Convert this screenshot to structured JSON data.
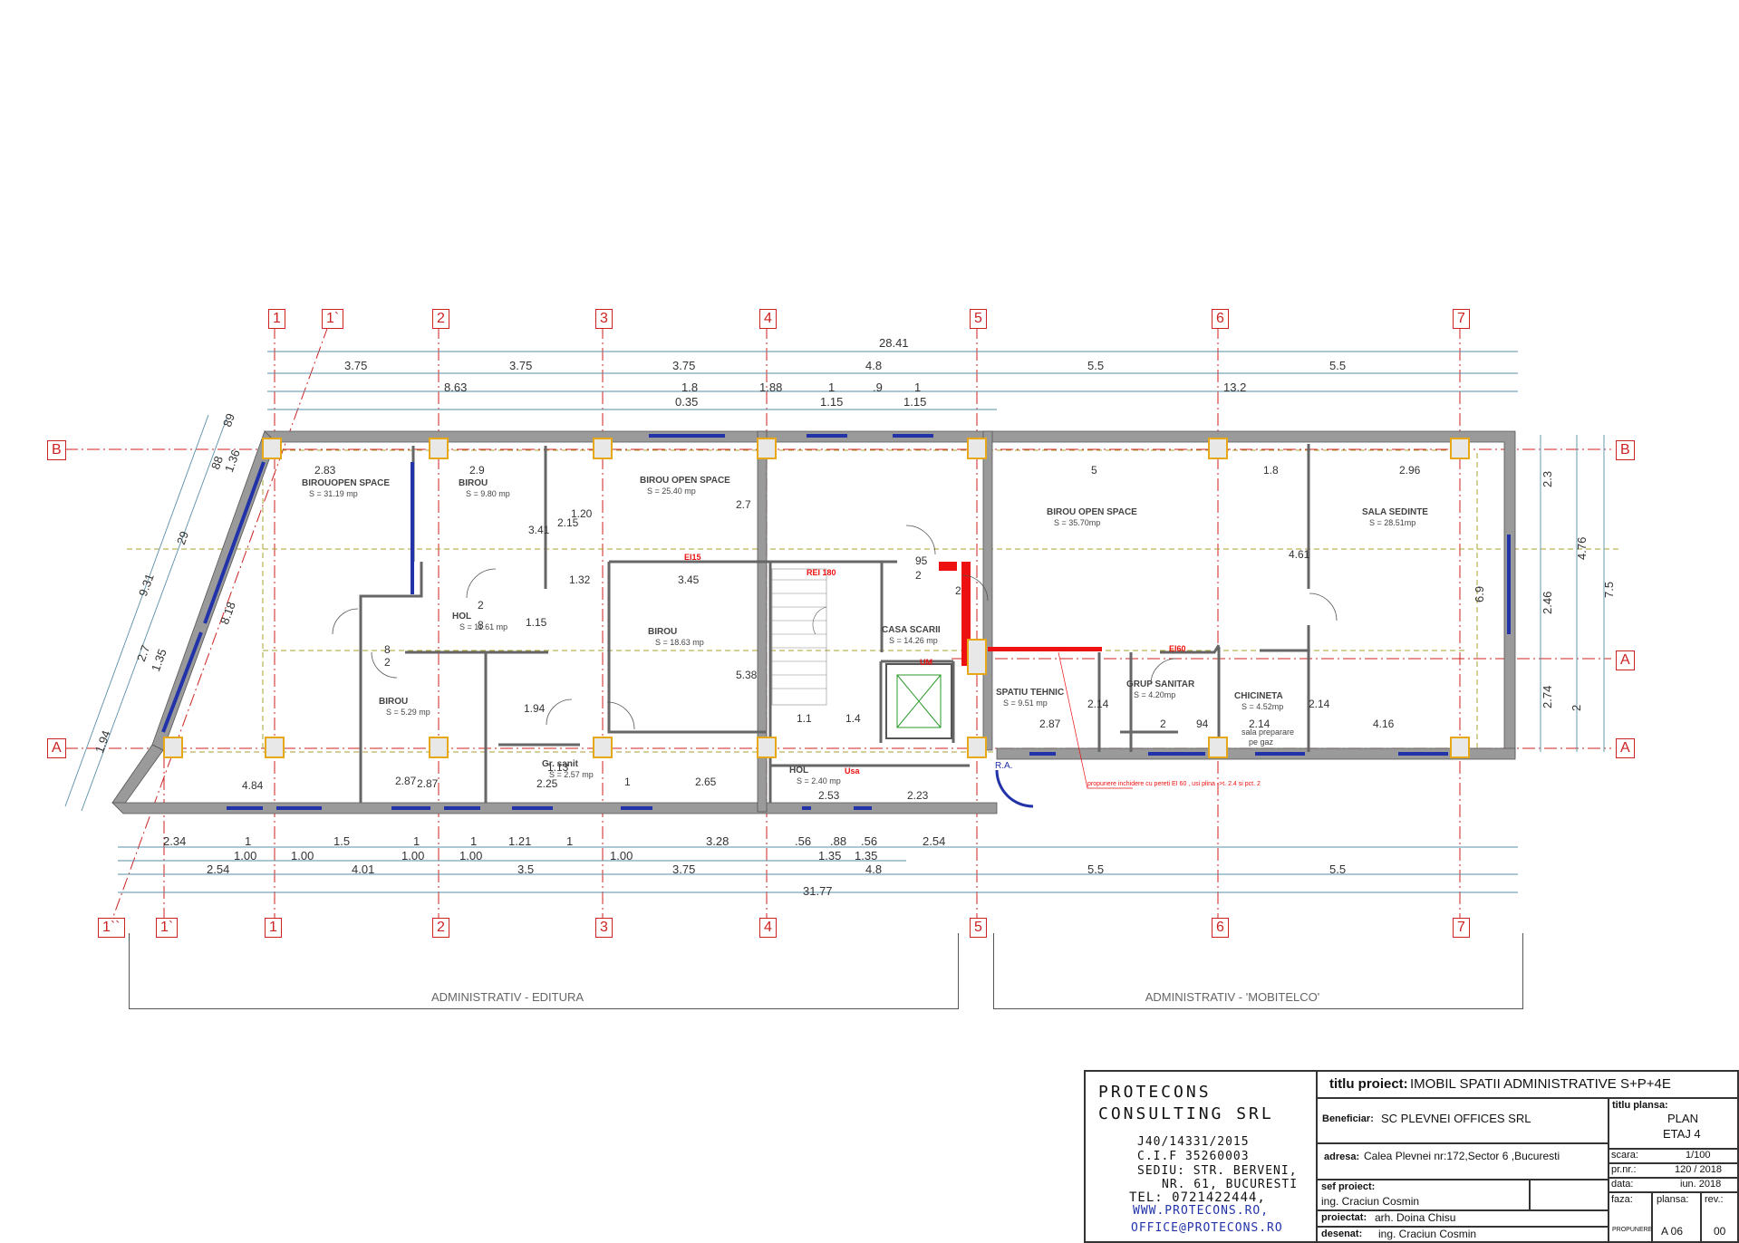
{
  "axes": {
    "vertical_top": [
      "1",
      "1`",
      "2",
      "3",
      "4",
      "5",
      "6",
      "7"
    ],
    "vertical_bottom": [
      "1``",
      "1`",
      "1",
      "2",
      "3",
      "4",
      "5",
      "6",
      "7"
    ],
    "horizontal_left": [
      "B",
      "A"
    ],
    "horizontal_right": [
      "B",
      "A",
      "A"
    ]
  },
  "dims_top": {
    "overall": "28.41",
    "row1": [
      "3.75",
      "3.75",
      "3.75",
      "4.8",
      "5.5",
      "5.5"
    ],
    "row2": [
      "8.63",
      "1.8",
      "1.88",
      "1",
      ".9",
      "1",
      "13.2"
    ],
    "row3": [
      "0.35",
      "1.15",
      "1.15"
    ]
  },
  "dims_bottom": {
    "row1": [
      "2.34",
      "1",
      "1.5",
      "1",
      "1",
      "1.21",
      "1",
      "3.28",
      ".56",
      ".88",
      ".56",
      "2.54"
    ],
    "row2": [
      "1.00",
      "1.00",
      "1.00",
      "1.00",
      "1.00",
      "1.35",
      "1.35"
    ],
    "row3": [
      "2.54",
      "4.01",
      "3.5",
      "3.75",
      "4.8",
      "5.5",
      "5.5"
    ],
    "overall": "31.77"
  },
  "dims_side": {
    "left": [
      "9.31",
      "29",
      "2.7",
      "1.35",
      "8.18",
      "88",
      "1.36",
      "89",
      "1.94"
    ],
    "right": [
      "2.3",
      "4.76",
      "7.5",
      "2.46",
      "6.9",
      "2.74",
      "2"
    ]
  },
  "rooms": [
    {
      "name": "BIROUOPEN SPACE",
      "area": "S = 31.19 mp"
    },
    {
      "name": "BIROU",
      "area": "S = 9.80 mp"
    },
    {
      "name": "BIROU OPEN SPACE",
      "area": "S = 25.40 mp"
    },
    {
      "name": "HOL",
      "area": "S = 11.61 mp"
    },
    {
      "name": "BIROU",
      "area": "S = 18.63 mp"
    },
    {
      "name": "BIROU",
      "area": "S = 5.29 mp"
    },
    {
      "name": "Gr. sanit",
      "area": "S = 2.57 mp"
    },
    {
      "name": "CASA SCARII",
      "area": "S = 14.26 mp"
    },
    {
      "name": "HOL",
      "area": "S = 2.40 mp"
    },
    {
      "name": "SPATIU TEHNIC",
      "area": "S = 9.51 mp"
    },
    {
      "name": "BIROU OPEN SPACE",
      "area": "S = 35.70mp"
    },
    {
      "name": "GRUP SANITAR",
      "area": "S = 4.20mp"
    },
    {
      "name": "SALA SEDINTE",
      "area": "S = 28.51mp"
    },
    {
      "name": "CHICINETA",
      "area": "S = 4.52mp"
    }
  ],
  "inner_dims": [
    "2.83",
    "2.9",
    "2.87",
    "5",
    "1.8",
    "2.96",
    "3.41",
    "2.15",
    "1.20",
    "2.7",
    "1.32",
    "3.45",
    "8",
    "2",
    "8",
    "2",
    "1.15",
    "1.94",
    "5.38",
    "1.13",
    "2.25",
    "1",
    "2.65",
    "4.84",
    "2.87",
    "95",
    "2",
    "2",
    "1.1",
    "1.4",
    "2.53",
    "2.23",
    "2.87",
    "2.14",
    "2",
    "94",
    "2.14",
    "4.16",
    "4.61",
    "2.14"
  ],
  "annotations": {
    "rei_180": "REI 180",
    "ei_115": "EI15",
    "ei_60": "EI60",
    "um": "UM",
    "usa": "Usa",
    "sala_preparare": "sala preparare",
    "pe_gaz": "pe gaz",
    "propunere_note": "propunere inchidere cu pereti EI 60 , usi plina ->t. 2.4 si pct. 2",
    "ra": "R.A."
  },
  "sections": [
    "ADMINISTRATIV - EDITURA",
    "ADMINISTRATIV - 'MOBITELCO'"
  ],
  "title_block": {
    "company_line1": "PROTECONS",
    "company_line2": "CONSULTING SRL",
    "reg": "J40/14331/2015",
    "cif": "C.I.F 35260003",
    "sediu1": "SEDIU: STR. BERVENI,",
    "sediu2": "NR. 61, BUCURESTI",
    "tel": "TEL: 0721422444,",
    "web": "WWW.PROTECONS.RO,",
    "email": "OFFICE@PROTECONS.RO",
    "titlu_proiect_label": "titlu proiect:",
    "titlu_proiect": "IMOBIL SPATII ADMINISTRATIVE S+P+4E",
    "beneficiar_label": "Beneficiar:",
    "beneficiar": "SC PLEVNEI OFFICES SRL",
    "adresa_label": "adresa:",
    "adresa": "Calea Plevnei nr:172,Sector 6 ,Bucuresti",
    "sef_proiect_label": "sef proiect:",
    "sef_proiect": "ing. Craciun Cosmin",
    "proiectat_label": "proiectat:",
    "proiectat": "arh. Doina Chisu",
    "desenat_label": "desenat:",
    "desenat": "ing. Craciun Cosmin",
    "titlu_plansa_label": "titlu plansa:",
    "plansa_line1": "PLAN",
    "plansa_line2": "ETAJ 4",
    "scara_label": "scara:",
    "scara": "1/100",
    "prnr_label": "pr.nr.:",
    "prnr": "120 / 2018",
    "data_label": "data:",
    "data": "iun. 2018",
    "faza_label": "faza:",
    "faza": "PROPUNERE",
    "plansa_label": "plansa:",
    "plansa": "A 06",
    "rev_label": "rev.:",
    "rev": "00"
  },
  "colors": {
    "wall": "#7a7a7a",
    "axis": "#cc2222",
    "dim": "#5a8fa8",
    "column": "#e6a817",
    "window": "#2233aa",
    "fire": "#ee1111",
    "dashed_beam": "#a8a030"
  }
}
